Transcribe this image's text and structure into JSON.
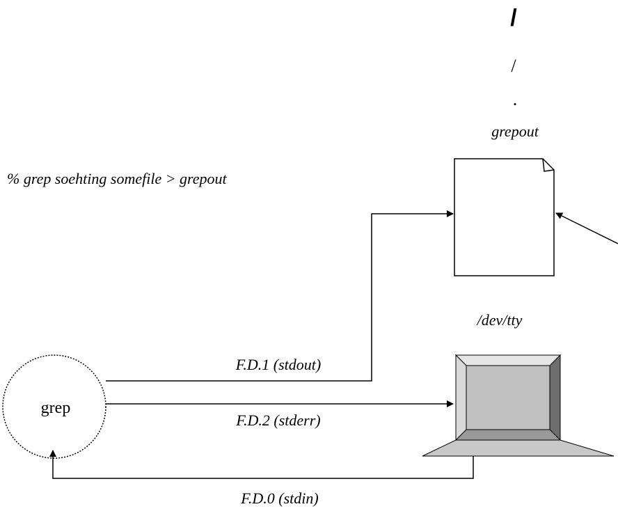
{
  "top_labels": {
    "root": "/",
    "slash": "/",
    "dot": ".",
    "file": "grepout"
  },
  "command": "% grep soehting somefile > grepout",
  "process_label": "grep",
  "terminal_label": "/dev/tty",
  "fd_labels": {
    "stdout": "F.D.1 (stdout)",
    "stderr": "F.D.2 (stderr)",
    "stdin": "F.D.0 (stdin)"
  }
}
